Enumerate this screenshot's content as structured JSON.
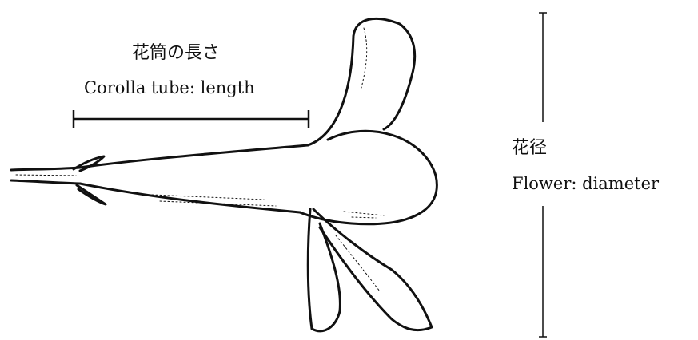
{
  "labels": {
    "tube_length_ja": "花筒の長さ",
    "tube_length_en": "Corolla tube: length",
    "diameter_ja": "花径",
    "diameter_en": "Flower: diameter"
  },
  "colors": {
    "ink": "#111111",
    "background": "#ffffff"
  }
}
